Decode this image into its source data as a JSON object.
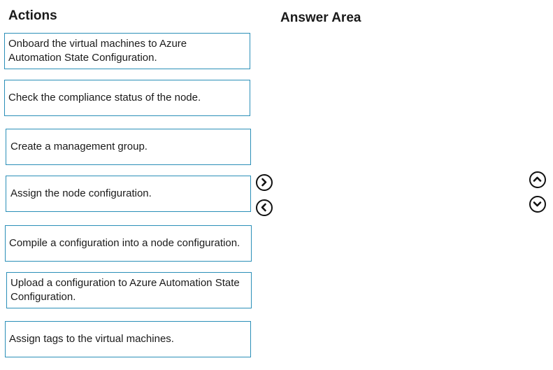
{
  "actions_heading": "Actions",
  "answer_heading": "Answer Area",
  "actions": [
    {
      "label": "Onboard the virtual machines to Azure Automation State Configuration."
    },
    {
      "label": "Check the compliance status of the node."
    },
    {
      "label": "Create a management group."
    },
    {
      "label": "Assign the node configuration."
    },
    {
      "label": "Compile a configuration into a node configuration."
    },
    {
      "label": "Upload a configuration to Azure Automation State Configuration."
    },
    {
      "label": "Assign tags to the virtual machines."
    }
  ],
  "answer_items": [],
  "controls": {
    "move_right_icon": "chevron-right-icon",
    "move_left_icon": "chevron-left-icon",
    "move_up_icon": "chevron-up-icon",
    "move_down_icon": "chevron-down-icon"
  },
  "colors": {
    "box_border": "#2b8fb8",
    "text": "#1a1a1a",
    "icon": "#111111",
    "background": "#ffffff"
  }
}
